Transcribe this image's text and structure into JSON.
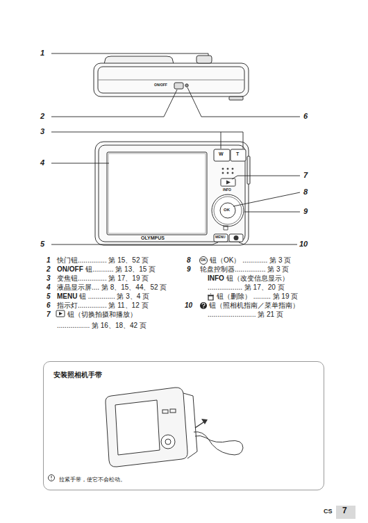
{
  "diagram": {
    "nodes": [
      {
        "text": [
          "安装照相机手带",
          "拉紧手带，使它不会松动。"
        ]
      }
    ],
    "labels": [
      "1",
      "2",
      "3",
      "4",
      "5",
      "6",
      "7",
      "8",
      "9",
      "10",
      "ON/OFF",
      "W",
      "T",
      "INFO",
      "OK",
      "MENU",
      "OLYMPUS",
      "1",
      "快门钮............... 第 15、52 页",
      "2",
      "ON/OFF",
      "钮........... 第 13、15 页",
      "3",
      "变焦钮............... 第 17、19 页",
      "4",
      "液晶显示屏.... 第 8、15、44、52 页",
      "5",
      "MENU",
      "钮 .............. 第 3、4 页",
      "6",
      "指示灯............... 第 11、12 页",
      "7",
      "钮（切换拍摄和播放）",
      "................. 第 16、18、42 页",
      "8",
      "OK",
      "钮（OK） ............. 第 3 页",
      "9",
      "轮盘控制器................ 第 3 页",
      "INFO",
      "钮（改变信息显示）",
      ".................. 第 17、20 页",
      "钮（删除） ......... 第 19 页",
      "10",
      "钮（照相机指南／菜单指南）",
      "......................... 第 21 页",
      "CS",
      "7"
    ]
  }
}
